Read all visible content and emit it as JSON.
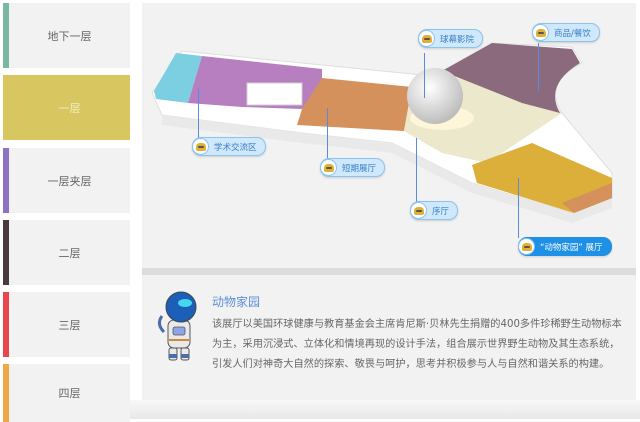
{
  "sidebar": {
    "floors": [
      {
        "label": "地下一层",
        "color": "#79b7a4",
        "active": false
      },
      {
        "label": "一层",
        "color": "#d8c760",
        "active": true
      },
      {
        "label": "一层夹层",
        "color": "#8e72c6",
        "active": false
      },
      {
        "label": "二层",
        "color": "#4a3a3e",
        "active": false
      },
      {
        "label": "三层",
        "color": "#e8474e",
        "active": false
      },
      {
        "label": "四层",
        "color": "#f0a847",
        "active": false
      }
    ]
  },
  "map": {
    "labels": {
      "dome_theater": "球幕影院",
      "shop_dining": "商品/餐饮",
      "academic_exchange": "学术交流区",
      "short_term_hall": "短期展厅",
      "prelude_hall": "序厅",
      "animal_home_hall": "“动物家园” 展厅"
    },
    "zone_colors": {
      "cyan": "#7ccfe0",
      "purple": "#b77fbf",
      "orange": "#d4915c",
      "mauve": "#8a6a7c",
      "cream": "#ece8cc",
      "gold": "#dcae3a",
      "accent": "#1e90e6"
    }
  },
  "info": {
    "title": "动物家园",
    "body": "该展厅以美国环球健康与教育基金会主席肯尼斯·贝林先生捐赠的400多件珍稀野生动物标本为主，采用沉浸式、立体化和情境再现的设计手法，组合展示世界野生动物及其生态系统，引发人们对神奇大自然的探索、敬畏与呵护，思考并积极参与人与自然和谐关系的构建。"
  }
}
